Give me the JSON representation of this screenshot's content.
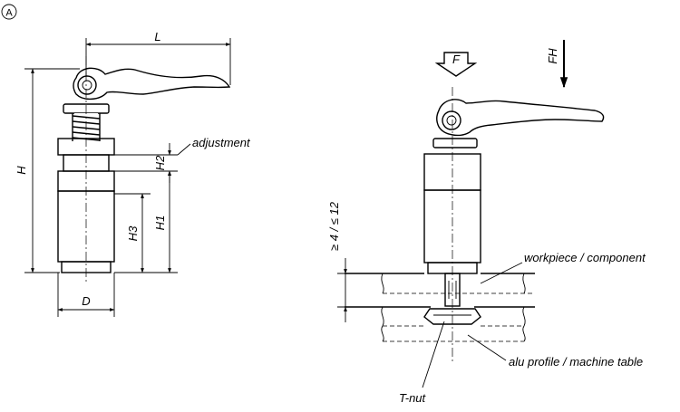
{
  "view_marker": "A",
  "dimensions": {
    "L": "L",
    "H": "H",
    "H1": "H1",
    "H2": "H2",
    "H3": "H3",
    "D": "D",
    "range": "≥ 4 / ≤ 12"
  },
  "forces": {
    "F": "F",
    "FH": "FH"
  },
  "labels": {
    "adjustment": "adjustment",
    "workpiece": "workpiece / component",
    "alu_profile": "alu profile / machine table",
    "t_nut": "T-nut"
  }
}
